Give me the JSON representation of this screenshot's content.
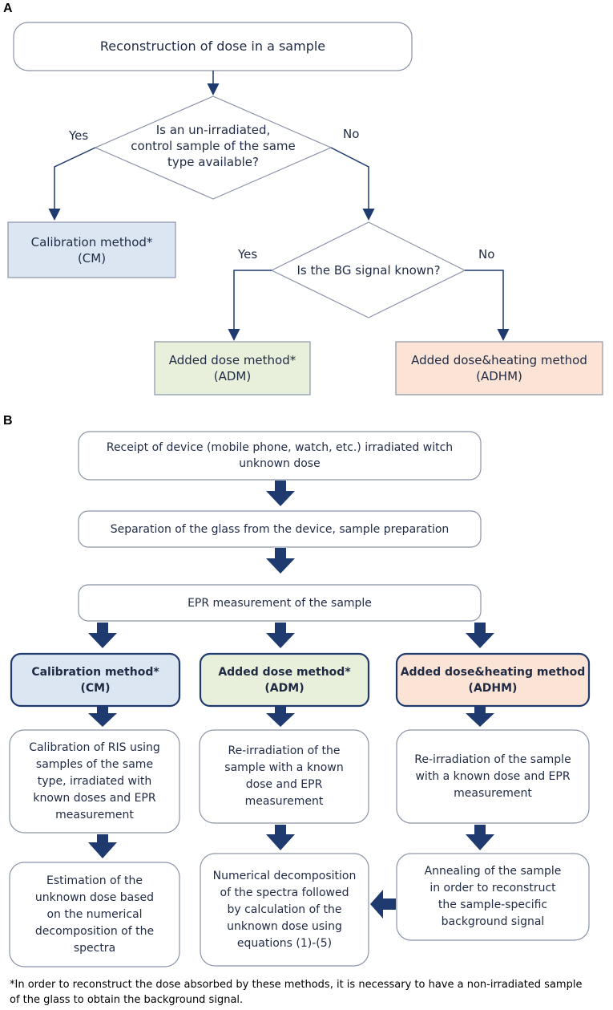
{
  "panel_a": {
    "letter": "A",
    "start": "Reconstruction of dose in a sample",
    "decision1": [
      "Is an un-irradiated,",
      "control sample of the same",
      "type available?"
    ],
    "yes1": "Yes",
    "no1": "No",
    "calib": [
      "Calibration method*",
      "(CM)"
    ],
    "decision2": "Is the BG signal known?",
    "yes2": "Yes",
    "no2": "No",
    "adm": [
      "Added dose method*",
      "(ADM)"
    ],
    "adhm": [
      "Added dose&heating method",
      "(ADHM)"
    ]
  },
  "panel_b": {
    "letter": "B",
    "receipt": [
      "Receipt of device (mobile phone, watch, etc.) irradiated witch",
      "unknown dose"
    ],
    "separation": "Separation of the glass from the device, sample preparation",
    "epr": "EPR measurement of the sample",
    "cm": [
      "Calibration method*",
      "(CM)"
    ],
    "adm": [
      "Added dose method*",
      "(ADM)"
    ],
    "adhm": [
      "Added dose&heating method",
      "(ADHM)"
    ],
    "cm_step1": [
      "Calibration of RIS using",
      "samples of the same",
      "type, irradiated with",
      "known doses and EPR",
      "measurement"
    ],
    "adm_step1": [
      "Re-irradiation of the",
      "sample with a known",
      "dose and EPR",
      "measurement"
    ],
    "adhm_step1": [
      "Re-irradiation of the sample",
      "with a known dose and EPR",
      "measurement"
    ],
    "cm_step2": [
      "Estimation of the",
      "unknown dose based",
      "on the numerical",
      "decomposition of the",
      "spectra"
    ],
    "adm_step2": [
      "Numerical decomposition",
      "of the spectra followed",
      "by calculation of the",
      "unknown dose using",
      "equations (1)-(5)"
    ],
    "adhm_step2": [
      "Annealing of the sample",
      "in order to reconstruct",
      "the sample-specific",
      "background signal"
    ]
  },
  "footnote": [
    "*In order to reconstruct the dose absorbed by these methods, it is necessary to have a non-irradiated sample",
    "of the glass to obtain the background signal."
  ],
  "colors": {
    "line": "#1f3a6e",
    "arrow": "#1f3a6e",
    "cm_fill": "#dce6f2",
    "adm_fill": "#e8f0dc",
    "adhm_fill": "#fbe4d6",
    "border": "#8a93a8"
  }
}
